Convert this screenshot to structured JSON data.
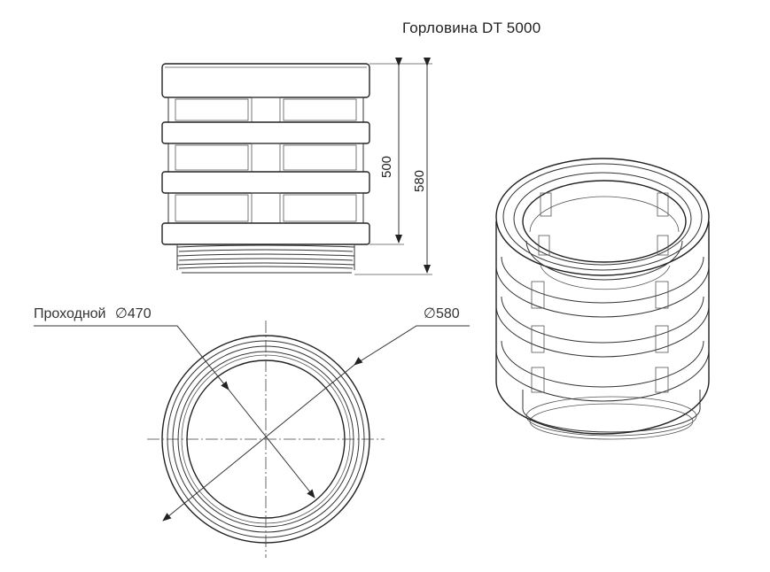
{
  "title": "Горловина DT 5000",
  "dimensions": {
    "height_inner": "500",
    "height_total": "580",
    "passage_label": "Проходной",
    "passage_symbol": "∅",
    "passage_value": "470",
    "outer_symbol": "∅",
    "outer_value": "580"
  }
}
